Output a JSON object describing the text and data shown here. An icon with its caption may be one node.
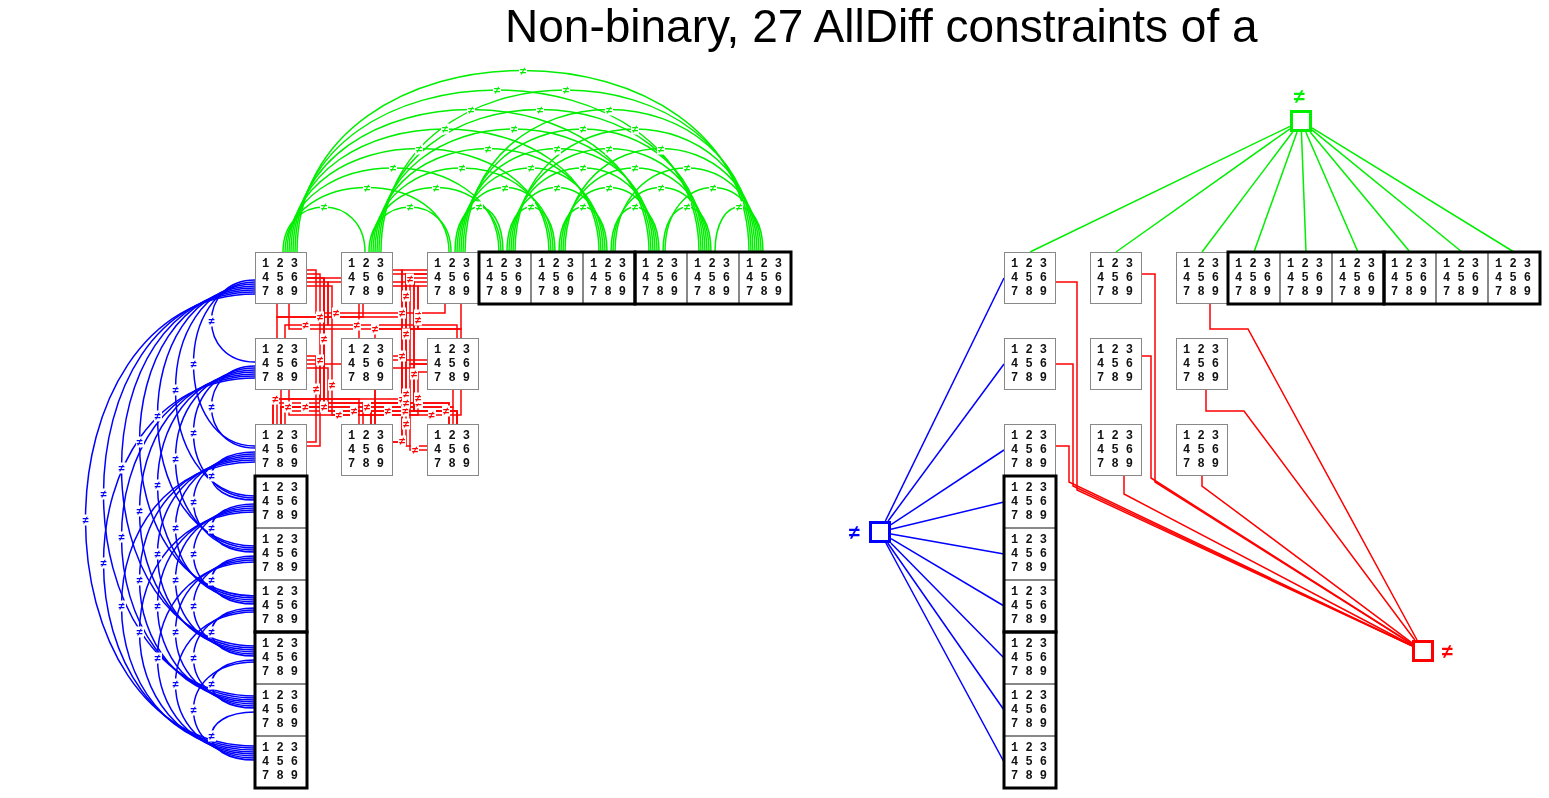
{
  "diagram": {
    "title": "Non-binary, 27 AllDiff constraints of a",
    "nodes": [
      {
        "text": [
          "1 2 3 4 5 6 7 8 9"
        ]
      },
      {
        "text": [
          "1 2 3 4 5 6 7 8 9"
        ]
      },
      {
        "text": [
          "1 2 3 4 5 6 7 8 9"
        ]
      },
      {
        "text": [
          "1 2 3 4 5 6 7 8 9"
        ]
      },
      {
        "text": [
          "1 2 3 4 5 6 7 8 9"
        ]
      },
      {
        "text": [
          "1 2 3 4 5 6 7 8 9"
        ]
      },
      {
        "text": [
          "1 2 3 4 5 6 7 8 9"
        ]
      },
      {
        "text": [
          "1 2 3 4 5 6 7 8 9"
        ]
      },
      {
        "text": [
          "1 2 3 4 5 6 7 8 9"
        ]
      },
      {
        "text": [
          "1 2 3 4 5 6 7 8 9"
        ]
      },
      {
        "text": [
          "1 2 3 4 5 6 7 8 9"
        ]
      },
      {
        "text": [
          "1 2 3 4 5 6 7 8 9"
        ]
      },
      {
        "text": [
          "1 2 3 4 5 6 7 8 9"
        ]
      },
      {
        "text": [
          "1 2 3 4 5 6 7 8 9"
        ]
      },
      {
        "text": [
          "1 2 3 4 5 6 7 8 9"
        ]
      },
      {
        "text": [
          "1 2 3 4 5 6 7 8 9"
        ]
      },
      {
        "text": [
          "1 2 3 4 5 6 7 8 9"
        ]
      },
      {
        "text": [
          "1 2 3 4 5 6 7 8 9"
        ]
      },
      {
        "text": [
          "1 2 3 4 5 6 7 8 9"
        ]
      },
      {
        "text": [
          "1 2 3 4 5 6 7 8 9"
        ]
      },
      {
        "text": [
          "1 2 3 4 5 6 7 8 9"
        ]
      },
      {
        "text": [],
        "shape": "box",
        "beside": [
          "≠"
        ]
      },
      {
        "text": [
          "1 2 3 4 5 6 7 8 9"
        ]
      },
      {
        "text": [
          "1 2 3 4 5 6 7 8 9"
        ]
      },
      {
        "text": [
          "1 2 3 4 5 6 7 8 9"
        ]
      },
      {
        "text": [
          "1 2 3 4 5 6 7 8 9"
        ]
      },
      {
        "text": [
          "1 2 3 4 5 6 7 8 9"
        ]
      },
      {
        "text": [
          "1 2 3 4 5 6 7 8 9"
        ]
      },
      {
        "text": [
          "1 2 3 4 5 6 7 8 9"
        ]
      },
      {
        "text": [
          "1 2 3 4 5 6 7 8 9"
        ]
      },
      {
        "text": [
          "1 2 3 4 5 6 7 8 9"
        ]
      },
      {
        "text": [
          "1 2 3 4 5 6 7 8 9"
        ]
      },
      {
        "text": [
          "1 2 3 4 5 6 7 8 9"
        ]
      },
      {
        "text": [
          "1 2 3 4 5 6 7 8 9"
        ]
      },
      {
        "text": [
          "1 2 3 4 5 6 7 8 9"
        ]
      },
      {
        "text": [
          "1 2 3 4 5 6 7 8 9"
        ]
      },
      {
        "text": [
          "1 2 3 4 5 6 7 8 9"
        ]
      },
      {
        "text": [
          "1 2 3 4 5 6 7 8 9"
        ]
      },
      {
        "text": [
          "1 2 3 4 5 6 7 8 9"
        ]
      },
      {
        "text": [
          "1 2 3 4 5 6 7 8 9"
        ]
      },
      {
        "text": [
          "1 2 3 4 5 6 7 8 9"
        ]
      },
      {
        "text": [
          "1 2 3 4 5 6 7 8 9"
        ]
      },
      {
        "text": [
          "1 2 3 4 5 6 7 8 9"
        ]
      },
      {
        "text": [],
        "shape": "box",
        "beside": [
          "≠"
        ]
      },
      {
        "text": [],
        "shape": "box",
        "beside": [
          "≠"
        ]
      }
    ],
    "edges": [
      {
        "from": 0,
        "to": 1,
        "arrow": "none",
        "label": "≠",
        "color": "#00ee00"
      },
      {
        "from": 0,
        "to": 2,
        "arrow": "none",
        "label": "≠",
        "color": "#00ee00"
      },
      {
        "from": 0,
        "to": 3,
        "arrow": "none",
        "label": "≠",
        "color": "#00ee00"
      },
      {
        "from": 0,
        "to": 4,
        "arrow": "none",
        "label": "≠",
        "color": "#00ee00"
      },
      {
        "from": 0,
        "to": 5,
        "arrow": "none",
        "label": "≠",
        "color": "#00ee00"
      },
      {
        "from": 0,
        "to": 6,
        "arrow": "none",
        "label": "≠",
        "color": "#00ee00"
      },
      {
        "from": 0,
        "to": 7,
        "arrow": "none",
        "label": "≠",
        "color": "#00ee00"
      },
      {
        "from": 0,
        "to": 8,
        "arrow": "none",
        "label": "≠",
        "color": "#00ee00"
      },
      {
        "from": 1,
        "to": 2,
        "arrow": "none",
        "label": "≠",
        "color": "#00ee00"
      },
      {
        "from": 1,
        "to": 3,
        "arrow": "none",
        "label": "≠",
        "color": "#00ee00"
      },
      {
        "from": 1,
        "to": 4,
        "arrow": "none",
        "label": "≠",
        "color": "#00ee00"
      },
      {
        "from": 1,
        "to": 5,
        "arrow": "none",
        "label": "≠",
        "color": "#00ee00"
      },
      {
        "from": 1,
        "to": 6,
        "arrow": "none",
        "label": "≠",
        "color": "#00ee00"
      },
      {
        "from": 1,
        "to": 7,
        "arrow": "none",
        "label": "≠",
        "color": "#00ee00"
      },
      {
        "from": 1,
        "to": 8,
        "arrow": "none",
        "label": "≠",
        "color": "#00ee00"
      },
      {
        "from": 2,
        "to": 3,
        "arrow": "none",
        "label": "≠",
        "color": "#00ee00"
      },
      {
        "from": 2,
        "to": 4,
        "arrow": "none",
        "label": "≠",
        "color": "#00ee00"
      },
      {
        "from": 2,
        "to": 5,
        "arrow": "none",
        "label": "≠",
        "color": "#00ee00"
      },
      {
        "from": 2,
        "to": 6,
        "arrow": "none",
        "label": "≠",
        "color": "#00ee00"
      },
      {
        "from": 2,
        "to": 7,
        "arrow": "none",
        "label": "≠",
        "color": "#00ee00"
      },
      {
        "from": 2,
        "to": 8,
        "arrow": "none",
        "label": "≠",
        "color": "#00ee00"
      },
      {
        "from": 3,
        "to": 4,
        "arrow": "none",
        "label": "≠",
        "color": "#00ee00"
      },
      {
        "from": 3,
        "to": 5,
        "arrow": "none",
        "label": "≠",
        "color": "#00ee00"
      },
      {
        "from": 3,
        "to": 6,
        "arrow": "none",
        "label": "≠",
        "color": "#00ee00"
      },
      {
        "from": 3,
        "to": 7,
        "arrow": "none",
        "label": "≠",
        "color": "#00ee00"
      },
      {
        "from": 3,
        "to": 8,
        "arrow": "none",
        "label": "≠",
        "color": "#00ee00"
      },
      {
        "from": 4,
        "to": 5,
        "arrow": "none",
        "label": "≠",
        "color": "#00ee00"
      },
      {
        "from": 4,
        "to": 6,
        "arrow": "none",
        "label": "≠",
        "color": "#00ee00"
      },
      {
        "from": 4,
        "to": 7,
        "arrow": "none",
        "label": "≠",
        "color": "#00ee00"
      },
      {
        "from": 4,
        "to": 8,
        "arrow": "none",
        "label": "≠",
        "color": "#00ee00"
      },
      {
        "from": 5,
        "to": 6,
        "arrow": "none",
        "label": "≠",
        "color": "#00ee00"
      },
      {
        "from": 5,
        "to": 7,
        "arrow": "none",
        "label": "≠",
        "color": "#00ee00"
      },
      {
        "from": 5,
        "to": 8,
        "arrow": "none",
        "label": "≠",
        "color": "#00ee00"
      },
      {
        "from": 6,
        "to": 7,
        "arrow": "none",
        "label": "≠",
        "color": "#00ee00"
      },
      {
        "from": 6,
        "to": 8,
        "arrow": "none",
        "label": "≠",
        "color": "#00ee00"
      },
      {
        "from": 7,
        "to": 8,
        "arrow": "none",
        "label": "≠",
        "color": "#00ee00"
      },
      {
        "from": 0,
        "to": 9,
        "arrow": "none",
        "label": "≠",
        "color": "#0000ff"
      },
      {
        "from": 0,
        "to": 12,
        "arrow": "none",
        "label": "≠",
        "color": "#0000ff"
      },
      {
        "from": 0,
        "to": 15,
        "arrow": "none",
        "label": "≠",
        "color": "#0000ff"
      },
      {
        "from": 0,
        "to": 16,
        "arrow": "none",
        "label": "≠",
        "color": "#0000ff"
      },
      {
        "from": 0,
        "to": 17,
        "arrow": "none",
        "label": "≠",
        "color": "#0000ff"
      },
      {
        "from": 0,
        "to": 18,
        "arrow": "none",
        "label": "≠",
        "color": "#0000ff"
      },
      {
        "from": 0,
        "to": 19,
        "arrow": "none",
        "label": "≠",
        "color": "#0000ff"
      },
      {
        "from": 0,
        "to": 20,
        "arrow": "none",
        "label": "≠",
        "color": "#0000ff"
      },
      {
        "from": 9,
        "to": 12,
        "arrow": "none",
        "label": "≠",
        "color": "#0000ff"
      },
      {
        "from": 9,
        "to": 15,
        "arrow": "none",
        "label": "≠",
        "color": "#0000ff"
      },
      {
        "from": 9,
        "to": 16,
        "arrow": "none",
        "label": "≠",
        "color": "#0000ff"
      },
      {
        "from": 9,
        "to": 17,
        "arrow": "none",
        "label": "≠",
        "color": "#0000ff"
      },
      {
        "from": 9,
        "to": 18,
        "arrow": "none",
        "label": "≠",
        "color": "#0000ff"
      },
      {
        "from": 9,
        "to": 19,
        "arrow": "none",
        "label": "≠",
        "color": "#0000ff"
      },
      {
        "from": 9,
        "to": 20,
        "arrow": "none",
        "label": "≠",
        "color": "#0000ff"
      },
      {
        "from": 12,
        "to": 15,
        "arrow": "none",
        "label": "≠",
        "color": "#0000ff"
      },
      {
        "from": 12,
        "to": 16,
        "arrow": "none",
        "label": "≠",
        "color": "#0000ff"
      },
      {
        "from": 12,
        "to": 17,
        "arrow": "none",
        "label": "≠",
        "color": "#0000ff"
      },
      {
        "from": 12,
        "to": 18,
        "arrow": "none",
        "label": "≠",
        "color": "#0000ff"
      },
      {
        "from": 12,
        "to": 19,
        "arrow": "none",
        "label": "≠",
        "color": "#0000ff"
      },
      {
        "from": 12,
        "to": 20,
        "arrow": "none",
        "label": "≠",
        "color": "#0000ff"
      },
      {
        "from": 15,
        "to": 16,
        "arrow": "none",
        "label": "≠",
        "color": "#0000ff"
      },
      {
        "from": 15,
        "to": 17,
        "arrow": "none",
        "label": "≠",
        "color": "#0000ff"
      },
      {
        "from": 15,
        "to": 18,
        "arrow": "none",
        "label": "≠",
        "color": "#0000ff"
      },
      {
        "from": 15,
        "to": 19,
        "arrow": "none",
        "label": "≠",
        "color": "#0000ff"
      },
      {
        "from": 15,
        "to": 20,
        "arrow": "none",
        "label": "≠",
        "color": "#0000ff"
      },
      {
        "from": 16,
        "to": 17,
        "arrow": "none",
        "label": "≠",
        "color": "#0000ff"
      },
      {
        "from": 16,
        "to": 18,
        "arrow": "none",
        "label": "≠",
        "color": "#0000ff"
      },
      {
        "from": 16,
        "to": 19,
        "arrow": "none",
        "label": "≠",
        "color": "#0000ff"
      },
      {
        "from": 16,
        "to": 20,
        "arrow": "none",
        "label": "≠",
        "color": "#0000ff"
      },
      {
        "from": 17,
        "to": 18,
        "arrow": "none",
        "label": "≠",
        "color": "#0000ff"
      },
      {
        "from": 17,
        "to": 19,
        "arrow": "none",
        "label": "≠",
        "color": "#0000ff"
      },
      {
        "from": 17,
        "to": 20,
        "arrow": "none",
        "label": "≠",
        "color": "#0000ff"
      },
      {
        "from": 18,
        "to": 19,
        "arrow": "none",
        "label": "≠",
        "color": "#0000ff"
      },
      {
        "from": 18,
        "to": 20,
        "arrow": "none",
        "label": "≠",
        "color": "#0000ff"
      },
      {
        "from": 19,
        "to": 20,
        "arrow": "none",
        "label": "≠",
        "color": "#0000ff"
      },
      {
        "from": 0,
        "to": 1,
        "arrow": "none",
        "label": "≠",
        "color": "#ff0000"
      },
      {
        "from": 0,
        "to": 2,
        "arrow": "none",
        "label": "≠",
        "color": "#ff0000"
      },
      {
        "from": 0,
        "to": 9,
        "arrow": "none",
        "label": "≠",
        "color": "#ff0000"
      },
      {
        "from": 0,
        "to": 10,
        "arrow": "none",
        "label": "≠",
        "color": "#ff0000"
      },
      {
        "from": 0,
        "to": 11,
        "arrow": "none",
        "label": "≠",
        "color": "#ff0000"
      },
      {
        "from": 0,
        "to": 12,
        "arrow": "none",
        "label": "≠",
        "color": "#ff0000"
      },
      {
        "from": 0,
        "to": 13,
        "arrow": "none",
        "label": "≠",
        "color": "#ff0000"
      },
      {
        "from": 0,
        "to": 14,
        "arrow": "none",
        "label": "≠",
        "color": "#ff0000"
      },
      {
        "from": 1,
        "to": 2,
        "arrow": "none",
        "label": "≠",
        "color": "#ff0000"
      },
      {
        "from": 1,
        "to": 9,
        "arrow": "none",
        "label": "≠",
        "color": "#ff0000"
      },
      {
        "from": 1,
        "to": 10,
        "arrow": "none",
        "label": "≠",
        "color": "#ff0000"
      },
      {
        "from": 1,
        "to": 11,
        "arrow": "none",
        "label": "≠",
        "color": "#ff0000"
      },
      {
        "from": 1,
        "to": 12,
        "arrow": "none",
        "label": "≠",
        "color": "#ff0000"
      },
      {
        "from": 1,
        "to": 13,
        "arrow": "none",
        "label": "≠",
        "color": "#ff0000"
      },
      {
        "from": 1,
        "to": 14,
        "arrow": "none",
        "label": "≠",
        "color": "#ff0000"
      },
      {
        "from": 2,
        "to": 9,
        "arrow": "none",
        "label": "≠",
        "color": "#ff0000"
      },
      {
        "from": 2,
        "to": 10,
        "arrow": "none",
        "label": "≠",
        "color": "#ff0000"
      },
      {
        "from": 2,
        "to": 11,
        "arrow": "none",
        "label": "≠",
        "color": "#ff0000"
      },
      {
        "from": 2,
        "to": 12,
        "arrow": "none",
        "label": "≠",
        "color": "#ff0000"
      },
      {
        "from": 2,
        "to": 13,
        "arrow": "none",
        "label": "≠",
        "color": "#ff0000"
      },
      {
        "from": 2,
        "to": 14,
        "arrow": "none",
        "label": "≠",
        "color": "#ff0000"
      },
      {
        "from": 9,
        "to": 10,
        "arrow": "none",
        "label": "≠",
        "color": "#ff0000"
      },
      {
        "from": 9,
        "to": 11,
        "arrow": "none",
        "label": "≠",
        "color": "#ff0000"
      },
      {
        "from": 9,
        "to": 12,
        "arrow": "none",
        "label": "≠",
        "color": "#ff0000"
      },
      {
        "from": 9,
        "to": 13,
        "arrow": "none",
        "label": "≠",
        "color": "#ff0000"
      },
      {
        "from": 9,
        "to": 14,
        "arrow": "none",
        "label": "≠",
        "color": "#ff0000"
      },
      {
        "from": 10,
        "to": 11,
        "arrow": "none",
        "label": "≠",
        "color": "#ff0000"
      },
      {
        "from": 10,
        "to": 12,
        "arrow": "none",
        "label": "≠",
        "color": "#ff0000"
      },
      {
        "from": 10,
        "to": 13,
        "arrow": "none",
        "label": "≠",
        "color": "#ff0000"
      },
      {
        "from": 10,
        "to": 14,
        "arrow": "none",
        "label": "≠",
        "color": "#ff0000"
      },
      {
        "from": 11,
        "to": 12,
        "arrow": "none",
        "label": "≠",
        "color": "#ff0000"
      },
      {
        "from": 11,
        "to": 13,
        "arrow": "none",
        "label": "≠",
        "color": "#ff0000"
      },
      {
        "from": 11,
        "to": 14,
        "arrow": "none",
        "label": "≠",
        "color": "#ff0000"
      },
      {
        "from": 12,
        "to": 13,
        "arrow": "none",
        "label": "≠",
        "color": "#ff0000"
      },
      {
        "from": 12,
        "to": 14,
        "arrow": "none",
        "label": "≠",
        "color": "#ff0000"
      },
      {
        "from": 13,
        "to": 14,
        "arrow": "none",
        "label": "≠",
        "color": "#ff0000"
      },
      {
        "from": 21,
        "to": 22,
        "arrow": "none",
        "color": "#00ee00"
      },
      {
        "from": 21,
        "to": 23,
        "arrow": "none",
        "color": "#00ee00"
      },
      {
        "from": 21,
        "to": 24,
        "arrow": "none",
        "color": "#00ee00"
      },
      {
        "from": 21,
        "to": 25,
        "arrow": "none",
        "color": "#00ee00"
      },
      {
        "from": 21,
        "to": 26,
        "arrow": "none",
        "color": "#00ee00"
      },
      {
        "from": 21,
        "to": 27,
        "arrow": "none",
        "color": "#00ee00"
      },
      {
        "from": 21,
        "to": 28,
        "arrow": "none",
        "color": "#00ee00"
      },
      {
        "from": 21,
        "to": 29,
        "arrow": "none",
        "color": "#00ee00"
      },
      {
        "from": 21,
        "to": 30,
        "arrow": "none",
        "color": "#00ee00"
      },
      {
        "from": 43,
        "to": 22,
        "arrow": "none",
        "color": "#0000ff"
      },
      {
        "from": 43,
        "to": 31,
        "arrow": "none",
        "color": "#0000ff"
      },
      {
        "from": 43,
        "to": 34,
        "arrow": "none",
        "color": "#0000ff"
      },
      {
        "from": 43,
        "to": 37,
        "arrow": "none",
        "color": "#0000ff"
      },
      {
        "from": 43,
        "to": 38,
        "arrow": "none",
        "color": "#0000ff"
      },
      {
        "from": 43,
        "to": 39,
        "arrow": "none",
        "color": "#0000ff"
      },
      {
        "from": 43,
        "to": 40,
        "arrow": "none",
        "color": "#0000ff"
      },
      {
        "from": 43,
        "to": 41,
        "arrow": "none",
        "color": "#0000ff"
      },
      {
        "from": 43,
        "to": 42,
        "arrow": "none",
        "color": "#0000ff"
      },
      {
        "from": 44,
        "to": 22,
        "arrow": "none",
        "color": "#ff0000"
      },
      {
        "from": 44,
        "to": 23,
        "arrow": "none",
        "color": "#ff0000"
      },
      {
        "from": 44,
        "to": 24,
        "arrow": "none",
        "color": "#ff0000"
      },
      {
        "from": 44,
        "to": 31,
        "arrow": "none",
        "color": "#ff0000"
      },
      {
        "from": 44,
        "to": 32,
        "arrow": "none",
        "color": "#ff0000"
      },
      {
        "from": 44,
        "to": 33,
        "arrow": "none",
        "color": "#ff0000"
      },
      {
        "from": 44,
        "to": 34,
        "arrow": "none",
        "color": "#ff0000"
      },
      {
        "from": 44,
        "to": 35,
        "arrow": "none",
        "color": "#ff0000"
      },
      {
        "from": 44,
        "to": 36,
        "arrow": "none",
        "color": "#ff0000"
      }
    ]
  }
}
